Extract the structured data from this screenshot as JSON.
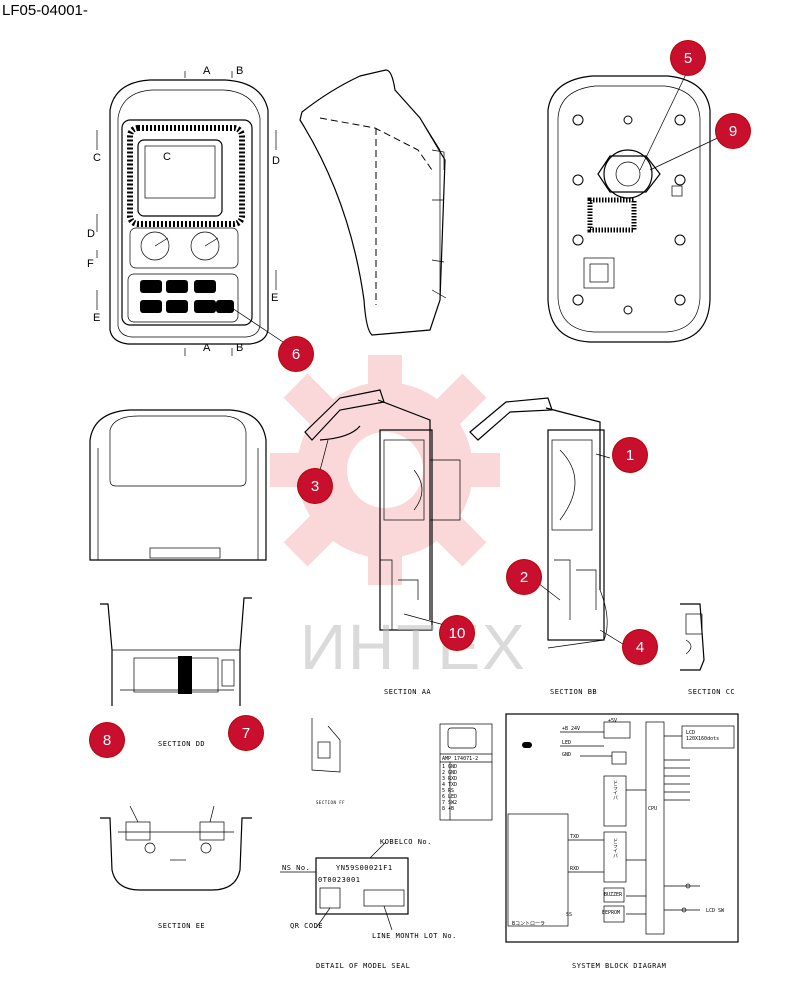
{
  "document": {
    "id": "LF05-04001-"
  },
  "watermark": {
    "text": "ИНТЕХ",
    "color": "#e8303a"
  },
  "callouts": {
    "c1": "1",
    "c2": "2",
    "c3": "3",
    "c4": "4",
    "c5": "5",
    "c6": "6",
    "c7": "7",
    "c8": "8",
    "c9": "9",
    "c10": "10"
  },
  "section_marks": {
    "a": "A",
    "b": "B",
    "c": "C",
    "d": "D",
    "e": "E",
    "f": "F"
  },
  "captions": {
    "section_aa": "SECTION AA",
    "section_bb": "SECTION BB",
    "section_cc": "SECTION CC",
    "section_dd": "SECTION DD",
    "section_ee": "SECTION EE",
    "section_ff": "SECTION FF",
    "model_seal": "DETAIL OF MODEL SEAL",
    "block_diagram": "SYSTEM BLOCK DIAGRAM"
  },
  "model_seal": {
    "maker": "KOBELCO No.",
    "model_no": "YN59S00021F1",
    "serial": "0T0023001",
    "ns_label": "NS No.",
    "qr_label": "QR CODE",
    "lot_label": "LINE MONTH LOT No."
  },
  "connector_table": {
    "title": "AMP 174071-2",
    "rows": [
      {
        "pin": "1",
        "signal": "GND"
      },
      {
        "pin": "2",
        "signal": "GND"
      },
      {
        "pin": "3",
        "signal": "RXD"
      },
      {
        "pin": "4",
        "signal": "TXD"
      },
      {
        "pin": "5",
        "signal": "RS"
      },
      {
        "pin": "6",
        "signal": "LED"
      },
      {
        "pin": "7",
        "signal": "SW2"
      },
      {
        "pin": "8",
        "signal": "+B"
      }
    ]
  },
  "block_diagram": {
    "vcc": "+B 24V",
    "reg": "+5V",
    "lcd": "LCD 120X160dots",
    "cpu": "CPU",
    "driver": "ドライバ",
    "eeprom": "EEPROM",
    "txd": "TXD",
    "rxd": "RXD",
    "led": "LED",
    "gnd": "GND",
    "lcdsw": "LCD SW",
    "ss": "SS",
    "buzzer": "BUZZER",
    "cont": "Bコントローラ"
  }
}
